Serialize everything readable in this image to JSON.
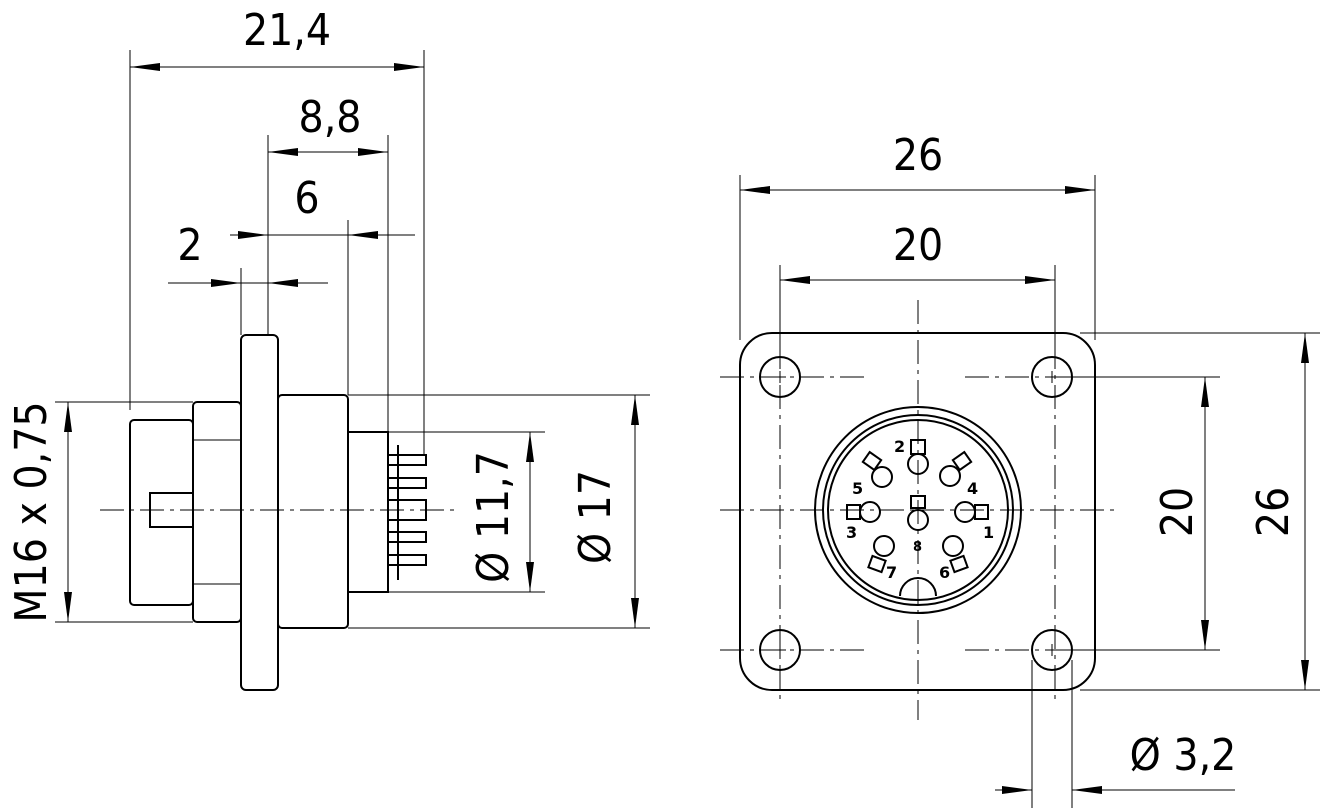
{
  "side_view": {
    "dim_overall_length": "21,4",
    "dim_rear_length": "8,8",
    "dim_body_length": "6",
    "dim_flange_thickness": "2",
    "dim_thread": "M16 x 0,75",
    "dim_inner_diameter": "Ø 11,7",
    "dim_outer_diameter": "Ø 17"
  },
  "front_view": {
    "dim_flange_width": "26",
    "dim_hole_spacing_h": "20",
    "dim_hole_spacing_v": "20",
    "dim_flange_height": "26",
    "dim_hole_diameter": "Ø 3,2",
    "pins": [
      "1",
      "2",
      "3",
      "4",
      "5",
      "6",
      "7",
      "8"
    ]
  }
}
